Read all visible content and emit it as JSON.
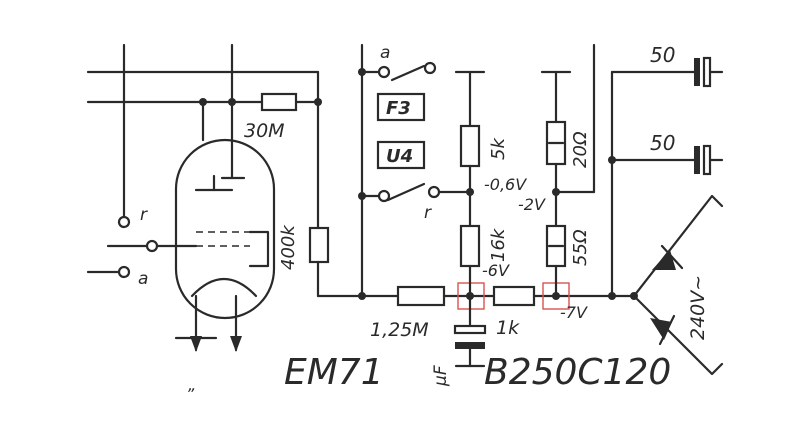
{
  "labels": {
    "r_30M": "30M",
    "r_400k": "400k",
    "r_5k": "5k",
    "r_16k": "16k",
    "r_125M": "1,25M",
    "r_1k": "1k",
    "r_20": "20Ω",
    "r_55": "55Ω",
    "v_06": "-0,6V",
    "v_2": "-2V",
    "v_6": "-6V",
    "v_7": "-7V",
    "c_50a": "50",
    "c_50b": "50",
    "box_f3": "F3",
    "box_u4": "U4",
    "tube": "EM71",
    "rect": "B250C120",
    "mains": "240V~",
    "sw_a_top": "a",
    "sw_r_mid": "r",
    "sw_r_left": "r",
    "sw_a_left": "a",
    "cap_unit": "μF",
    "tail": "„"
  },
  "colors": {
    "ink": "#2a2a2a",
    "highlight": "#d9534f",
    "paper": "#ffffff"
  }
}
